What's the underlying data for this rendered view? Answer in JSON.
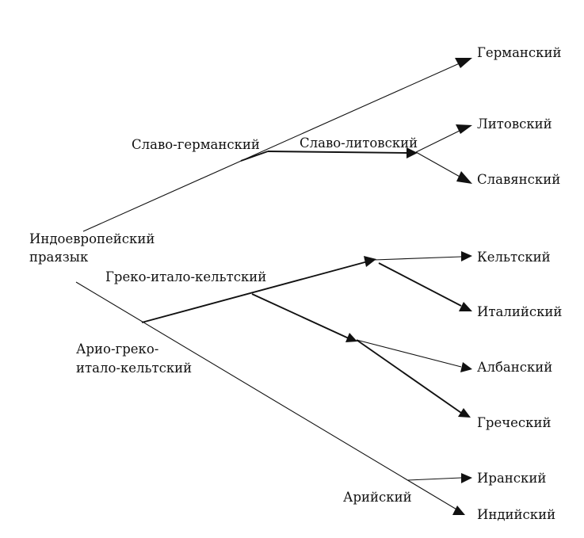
{
  "labels": {
    "root_line1": "Индоевропейский",
    "root_line2": "праязык",
    "slavo_germanic": "Славо-германский",
    "slavo_lithuanian": "Славо-литовский",
    "germanic": "Германский",
    "lithuanian": "Литовский",
    "slavic": "Славянский",
    "greco_italo_celtic": "Греко-итало-кельтский",
    "ario_line1": "Арио-греко-",
    "ario_line2": "итало-кельтский",
    "celtic": "Кельтский",
    "italic": "Италийский",
    "albanian": "Албанский",
    "greek": "Греческий",
    "aryan": "Арийский",
    "iranian": "Иранский",
    "indian": "Индийский"
  }
}
